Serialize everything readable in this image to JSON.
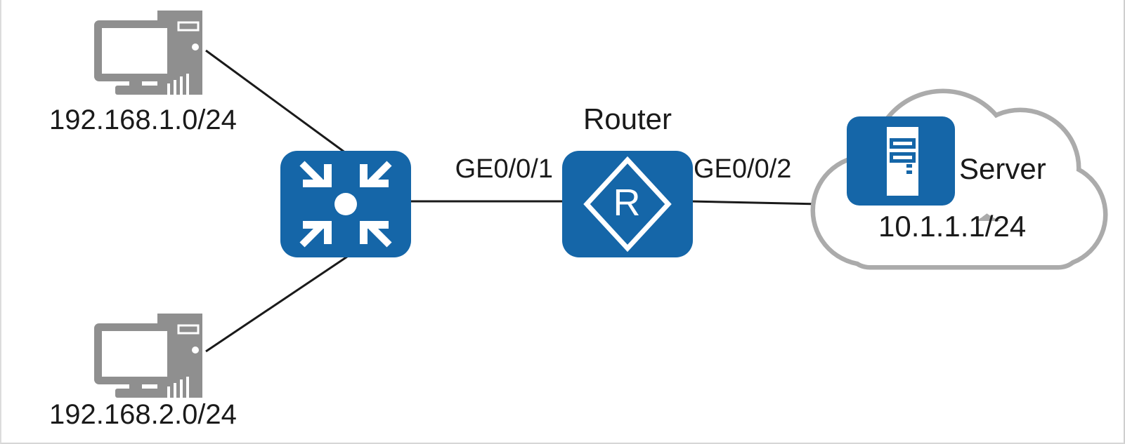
{
  "diagram": {
    "type": "network-topology",
    "nodes": {
      "pc1": {
        "label": "192.168.1.0/24"
      },
      "pc2": {
        "label": "192.168.2.0/24"
      },
      "switch": {},
      "router": {
        "name": "Router",
        "glyph": "R"
      },
      "server": {
        "name": "Server",
        "ip": "10.1.1.1/24"
      }
    },
    "links": {
      "switch_router": {
        "label": "GE0/0/1"
      },
      "router_cloud": {
        "label": "GE0/0/2"
      }
    },
    "colors": {
      "device_blue": "#1566A8",
      "pc_gray": "#8F8F8F",
      "cloud_gray": "#ABABAB",
      "link_black": "#1A1A1A",
      "background": "#FFFFFF"
    }
  }
}
